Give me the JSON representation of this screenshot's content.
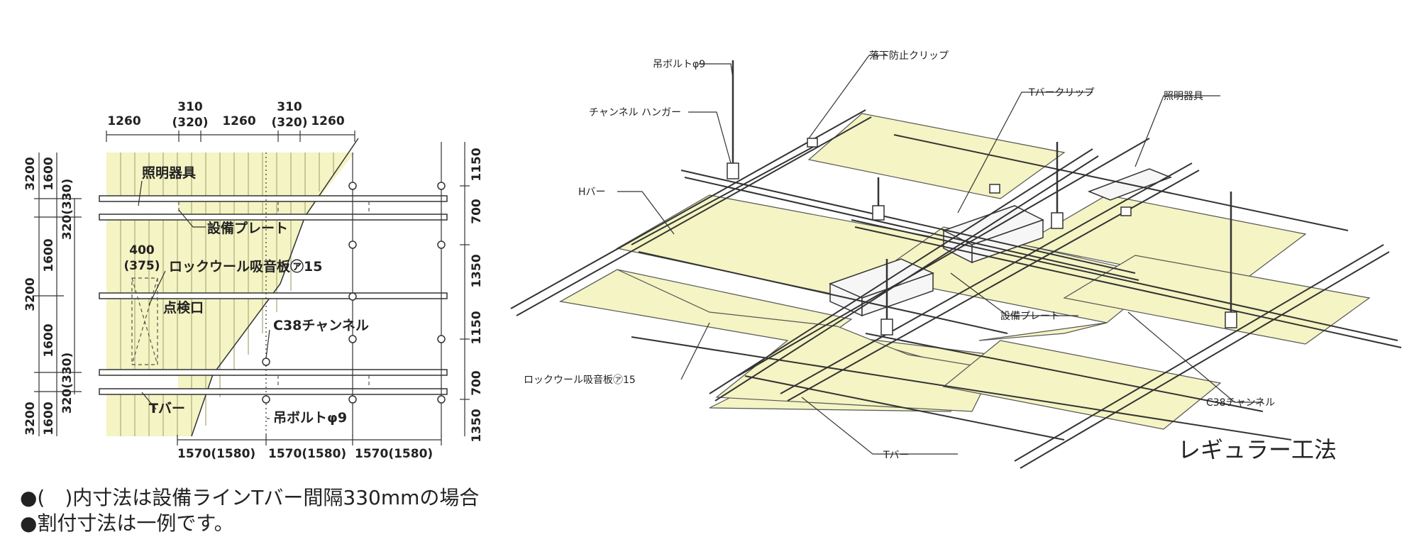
{
  "plan": {
    "top_dims": {
      "d1": "1260",
      "d2a": "310",
      "d2b": "(320)",
      "d3": "1260",
      "d4a": "310",
      "d4b": "(320)",
      "d5": "1260"
    },
    "left_outer": [
      "3200",
      "3200",
      "3200"
    ],
    "left_inner": [
      "1600",
      "1600",
      "1600",
      "1600"
    ],
    "left_gap": [
      "320(330)",
      "320(330)"
    ],
    "right_dims": [
      "1150",
      "700",
      "1350",
      "1150",
      "700",
      "1350"
    ],
    "bottom_dims": [
      "1570(1580)",
      "1570(1580)",
      "1570(1580)"
    ],
    "labels": {
      "lighting": "照明器具",
      "equipment_plate": "設備プレート",
      "rockwool": "ロックウール吸音板㋐15",
      "inspection": "点検口",
      "channel": "C38チャンネル",
      "tbar": "Tバー",
      "bolt": "吊ボルトφ9",
      "dim400a": "400",
      "dim400b": "(375)"
    }
  },
  "iso": {
    "labels": {
      "bolt": "吊ボルトφ9",
      "fall_clip": "落下防止クリップ",
      "tbar_clip": "Tバークリップ",
      "lighting": "照明器具",
      "channel_hanger": "チャンネル ハンガー",
      "hbar": "Hバー",
      "equipment_plate": "設備プレート",
      "rockwool": "ロックウール吸音板㋐15",
      "c38": "C38チャンネル",
      "tbar": "Tバー"
    },
    "title": "レギュラー工法"
  },
  "notes": [
    "●(　)内寸法は設備ラインTバー間隔330mmの場合",
    "●割付寸法は一例です。"
  ],
  "colors": {
    "board": "#f4f4c4",
    "line": "#333333"
  }
}
